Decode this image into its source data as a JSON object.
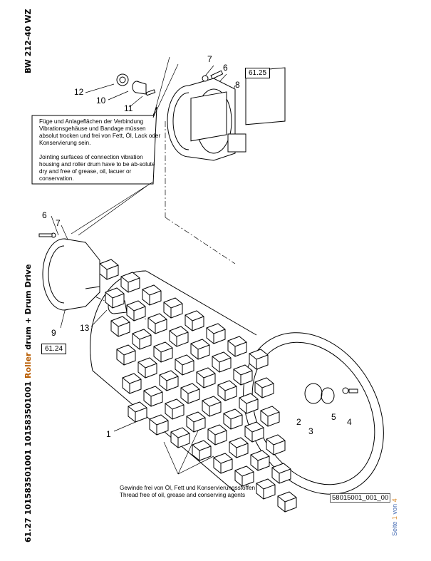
{
  "header": {
    "model": "BW 212-40 WZ"
  },
  "footer": {
    "title_prefix": "61.27 101583501001 101583501001",
    "title_accent": "Roller",
    "title_suffix": "drum + Drum Drive",
    "page_word": "Seite",
    "page_num": "1",
    "page_of": "von",
    "page_total": "4"
  },
  "notes": {
    "assembly_de": "Füge und Anlageflächen der Verbindung Vibrationsgehäuse und Bandage müssen absolut trocken und frei von Fett, Öl, Lack oder Konservierung sein.",
    "assembly_en": "Jointing surfaces of connection vibration housing and roller drum have to be ab-solute dry and free of grease, oil, lacuer or conservation.",
    "thread_de": "Gewinde frei von Öl, Fett und Konservierungsstoffen",
    "thread_en": "Thread free of oil, grease and conserving agents"
  },
  "references": {
    "top": "61.25",
    "left": "61.24",
    "drawing_id": "58015001_001_00"
  },
  "callouts": {
    "c7a": "7",
    "c6a": "6",
    "c8": "8",
    "c12": "12",
    "c10": "10",
    "c11": "11",
    "c6b": "6",
    "c7b": "7",
    "c9": "9",
    "c13": "13",
    "c1": "1",
    "c2": "2",
    "c3": "3",
    "c4": "4",
    "c5": "5"
  }
}
